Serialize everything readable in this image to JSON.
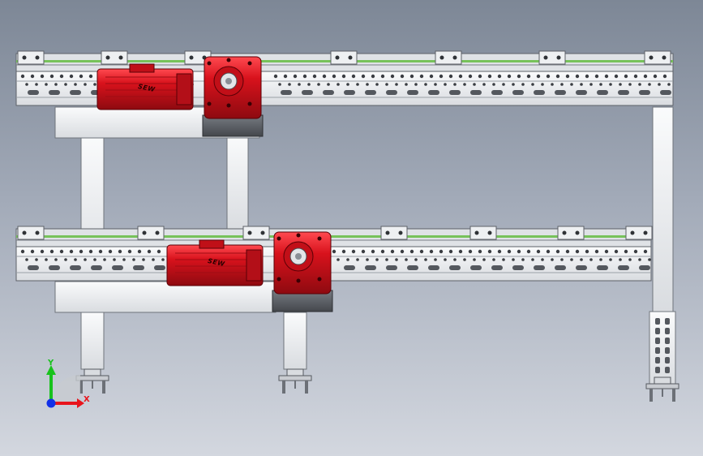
{
  "viewport": {
    "background_top": "#7d8796",
    "background_bottom": "#d3d7df"
  },
  "colors": {
    "aluminum": "#e9ebee",
    "aluminum_edge": "#6f747b",
    "motor_red": "#d8121c",
    "gearbox_grey": "#55595f",
    "rail_green": "#77c25a",
    "axis_x": "#e8141c",
    "axis_y": "#18c21c",
    "axis_z": "#1230e8"
  },
  "components": {
    "upper_conveyor": {
      "name": "upper-conveyor"
    },
    "lower_conveyor": {
      "name": "lower-conveyor"
    },
    "upper_drive": {
      "badge": "SEW",
      "icon": "gear-motor-icon"
    },
    "lower_drive": {
      "badge": "SEW",
      "icon": "gear-motor-icon"
    },
    "supports": {
      "icon": "support-leg-icon"
    }
  },
  "triad": {
    "x_label": "X",
    "y_label": "Y",
    "icon": "coordinate-triad-icon"
  }
}
